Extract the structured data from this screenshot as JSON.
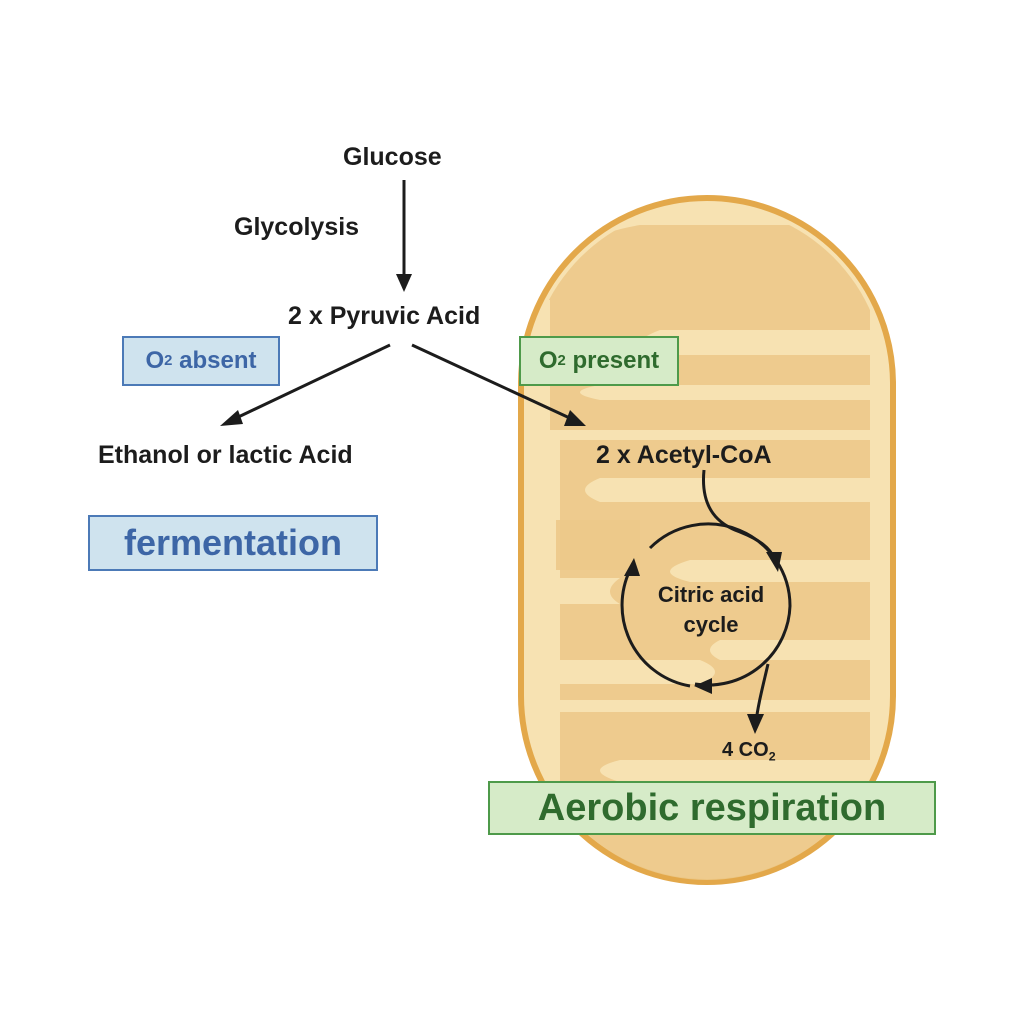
{
  "labels": {
    "glucose": "Glucose",
    "glycolysis": "Glycolysis",
    "pyruvic_acid": "2 x Pyruvic Acid",
    "ethanol_lactic": "Ethanol or lactic Acid",
    "acetyl_coa": "2 x Acetyl-CoA",
    "citric_line1": "Citric acid",
    "citric_line2": "cycle",
    "co2_prefix": "4 CO",
    "co2_sub": "2"
  },
  "conditions": {
    "absent_prefix": "O",
    "absent_sub": "2",
    "absent_suffix": " absent",
    "present_prefix": "O",
    "present_sub": "2",
    "present_suffix": " present"
  },
  "pathways": {
    "fermentation": "fermentation",
    "aerobic": "Aerobic respiration"
  },
  "colors": {
    "mito_outer": "#e3a84a",
    "mito_fill": "#f7e2b2",
    "mito_inner": "#ecc98a",
    "blue_fill": "#cfe3ee",
    "blue_border": "#4c7ab7",
    "green_fill": "#d6ebc8",
    "green_border": "#4e9a4a",
    "arrow": "#1c1c1c"
  }
}
